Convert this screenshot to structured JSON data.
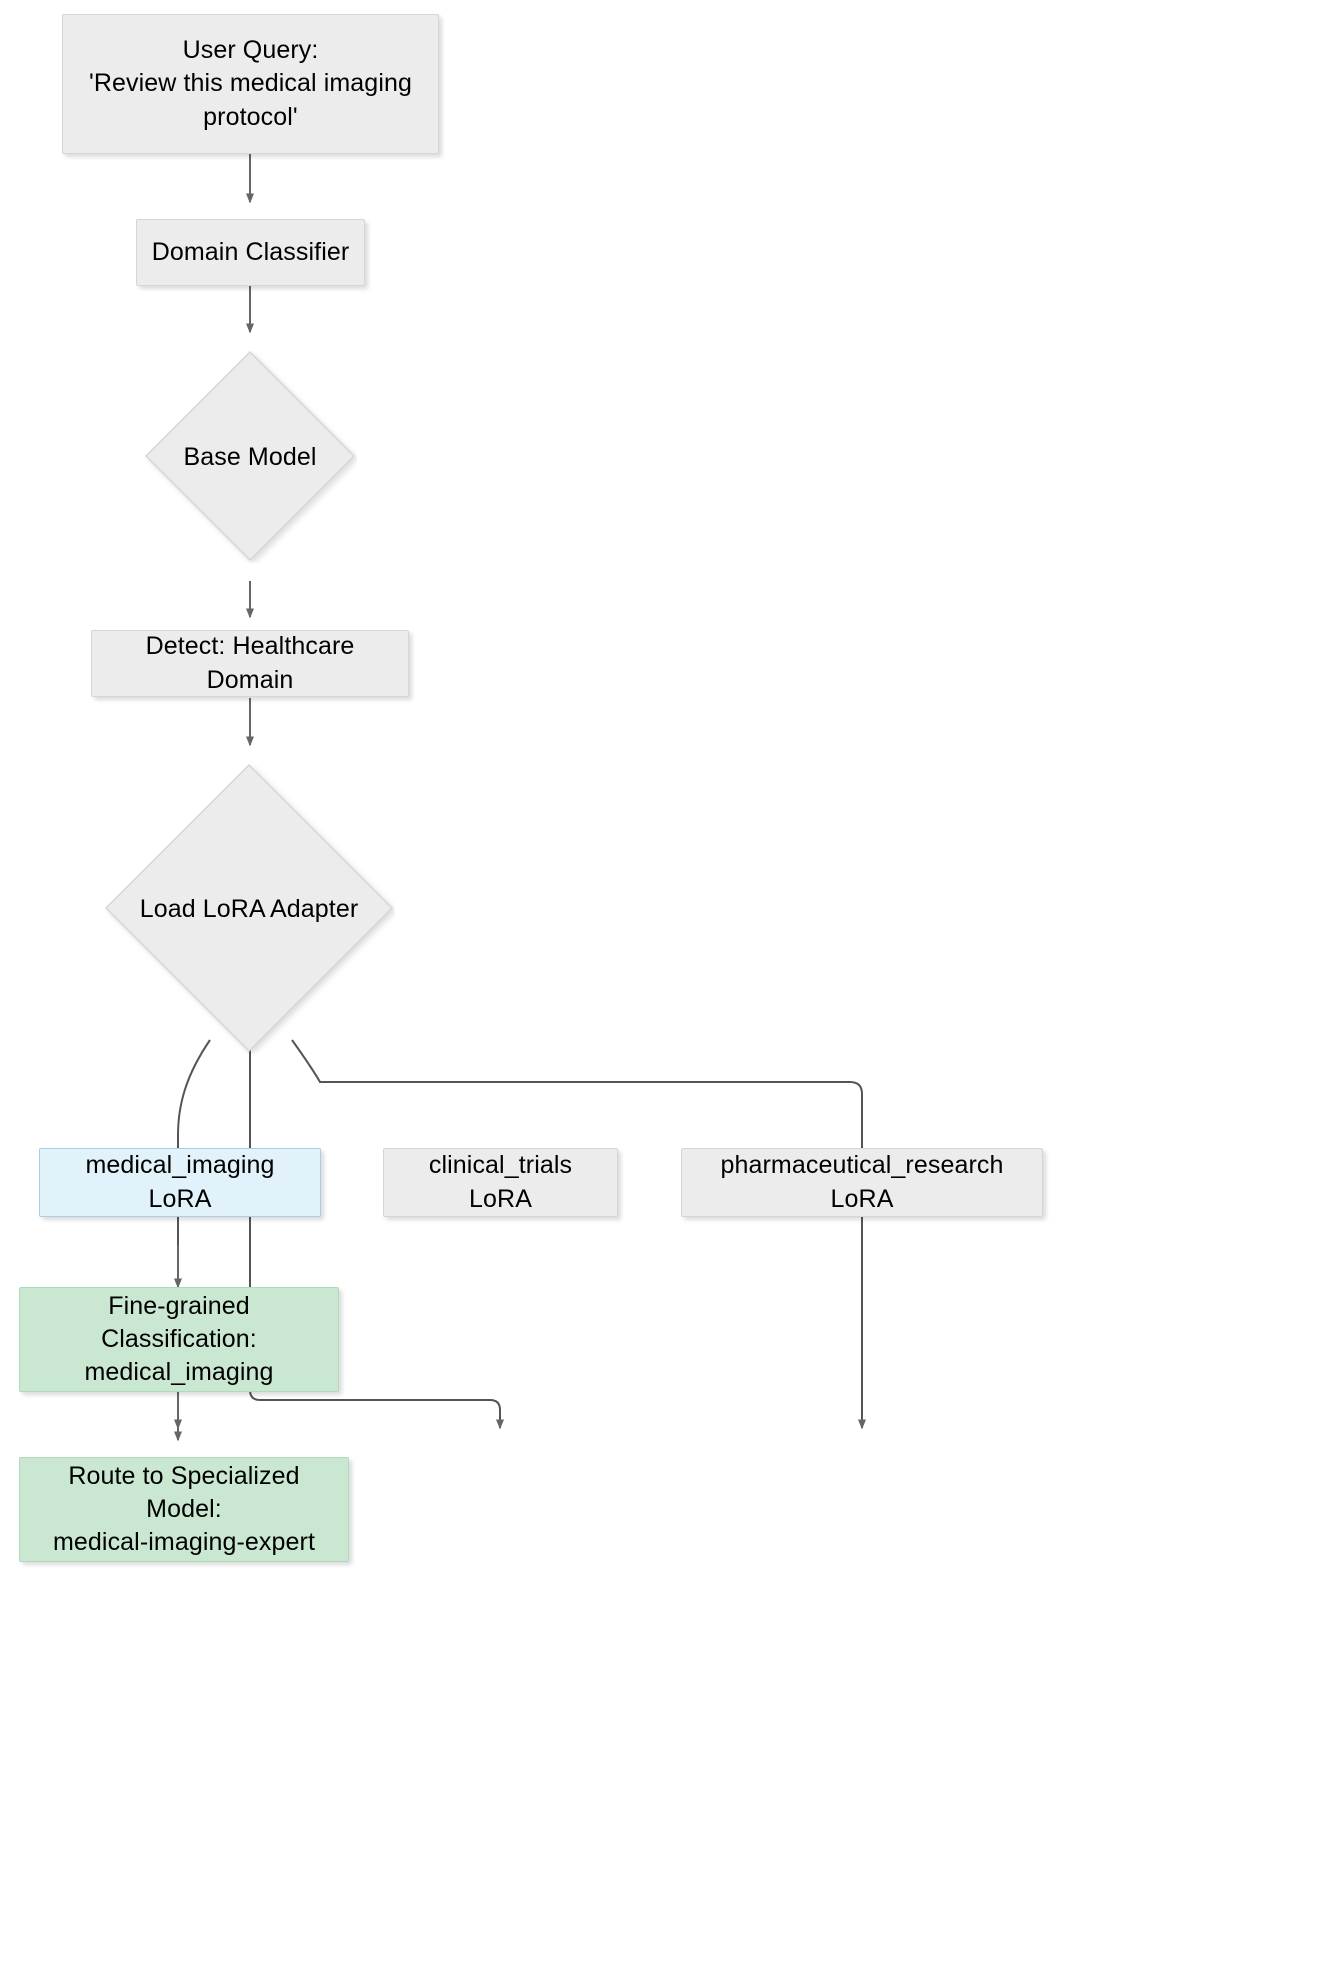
{
  "diagram": {
    "type": "flowchart",
    "direction": "top-down",
    "title": "LoRA Adapter Domain Routing Flow",
    "colors": {
      "default_fill": "#ececec",
      "default_stroke": "#d6d6d6",
      "highlight_fill": "#e2f2fb",
      "highlight_stroke": "#a8cfe3",
      "success_fill": "#c9e7d1",
      "success_stroke": "#b3d9bd",
      "edge_stroke": "#555555",
      "text": "#000000",
      "background": "#ffffff"
    },
    "nodes": [
      {
        "id": "user_query",
        "shape": "rectangle",
        "style": "default",
        "lines": [
          "User Query:",
          "'Review this medical imaging",
          "protocol'"
        ]
      },
      {
        "id": "domain_classifier",
        "shape": "rectangle",
        "style": "default",
        "lines": [
          "Domain Classifier"
        ]
      },
      {
        "id": "base_model",
        "shape": "diamond",
        "style": "default",
        "lines": [
          "Base Model"
        ]
      },
      {
        "id": "detect_healthcare",
        "shape": "rectangle",
        "style": "default",
        "lines": [
          "Detect: Healthcare Domain"
        ]
      },
      {
        "id": "load_lora_adapter",
        "shape": "diamond",
        "style": "default",
        "lines": [
          "Load LoRA Adapter"
        ]
      },
      {
        "id": "medical_imaging_lora",
        "shape": "rectangle",
        "style": "highlight",
        "lines": [
          "medical_imaging LoRA"
        ]
      },
      {
        "id": "clinical_trials_lora",
        "shape": "rectangle",
        "style": "default",
        "lines": [
          "clinical_trials LoRA"
        ]
      },
      {
        "id": "pharmaceutical_research_lora",
        "shape": "rectangle",
        "style": "default",
        "lines": [
          "pharmaceutical_research LoRA"
        ]
      },
      {
        "id": "fine_grained_classification",
        "shape": "rectangle",
        "style": "success",
        "lines": [
          "Fine-grained Classification:",
          "medical_imaging"
        ]
      },
      {
        "id": "route_specialized_model",
        "shape": "rectangle",
        "style": "success",
        "lines": [
          "Route to Specialized Model:",
          "medical-imaging-expert"
        ]
      }
    ],
    "edges": [
      {
        "from": "user_query",
        "to": "domain_classifier",
        "label": ""
      },
      {
        "from": "domain_classifier",
        "to": "base_model",
        "label": ""
      },
      {
        "from": "base_model",
        "to": "detect_healthcare",
        "label": ""
      },
      {
        "from": "detect_healthcare",
        "to": "load_lora_adapter",
        "label": ""
      },
      {
        "from": "load_lora_adapter",
        "to": "medical_imaging_lora",
        "label": ""
      },
      {
        "from": "load_lora_adapter",
        "to": "clinical_trials_lora",
        "label": ""
      },
      {
        "from": "load_lora_adapter",
        "to": "pharmaceutical_research_lora",
        "label": ""
      },
      {
        "from": "medical_imaging_lora",
        "to": "fine_grained_classification",
        "label": ""
      },
      {
        "from": "fine_grained_classification",
        "to": "route_specialized_model",
        "label": ""
      }
    ]
  }
}
